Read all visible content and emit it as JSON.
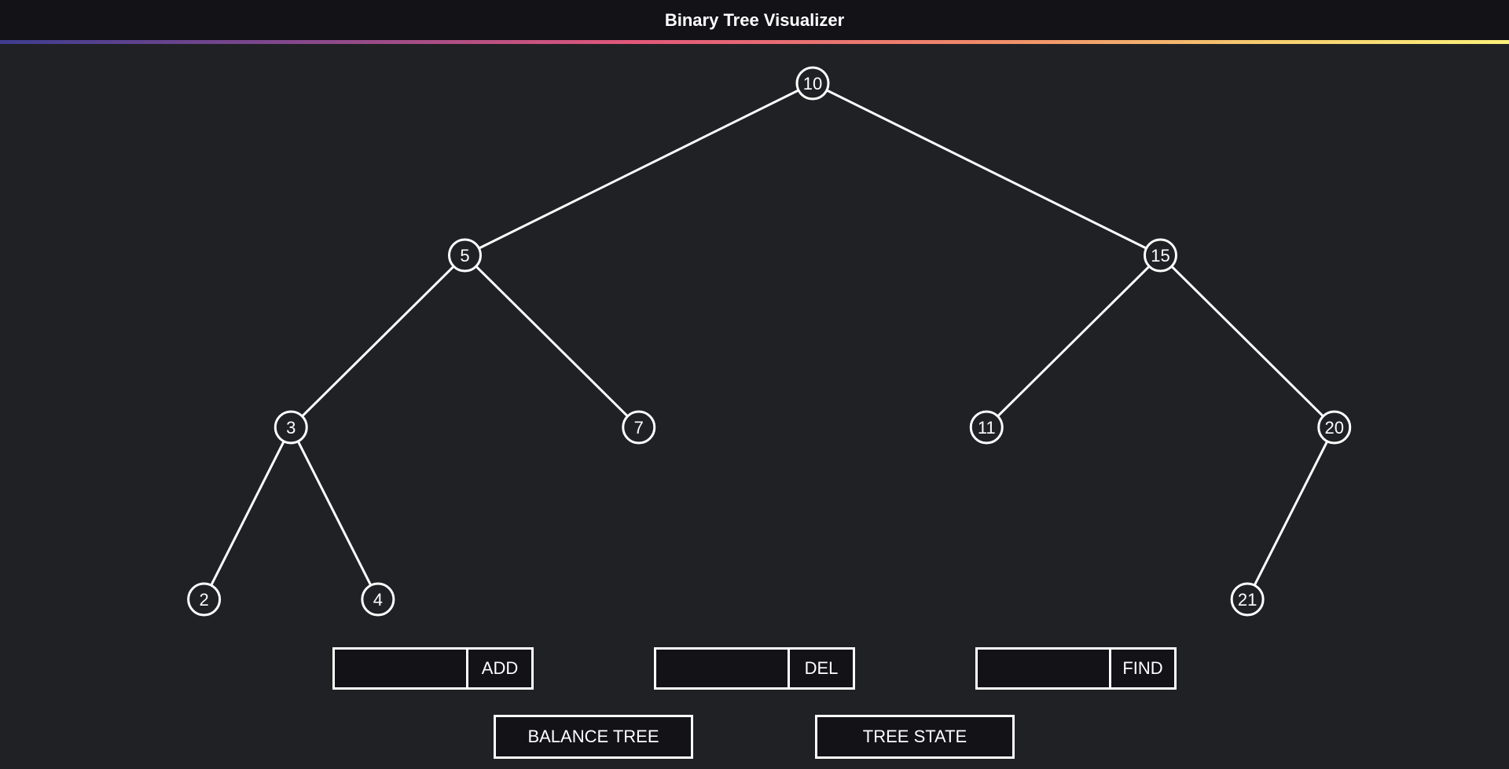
{
  "header": {
    "title": "Binary Tree Visualizer"
  },
  "tree": {
    "nodes": [
      {
        "id": "n10",
        "value": "10",
        "depth": 0,
        "slot": 0
      },
      {
        "id": "n5",
        "value": "5",
        "depth": 1,
        "slot": 0
      },
      {
        "id": "n15",
        "value": "15",
        "depth": 1,
        "slot": 1
      },
      {
        "id": "n3",
        "value": "3",
        "depth": 2,
        "slot": 0
      },
      {
        "id": "n7",
        "value": "7",
        "depth": 2,
        "slot": 1
      },
      {
        "id": "n11",
        "value": "11",
        "depth": 2,
        "slot": 2
      },
      {
        "id": "n20",
        "value": "20",
        "depth": 2,
        "slot": 3
      },
      {
        "id": "n2",
        "value": "2",
        "depth": 3,
        "slot": 0
      },
      {
        "id": "n4",
        "value": "4",
        "depth": 3,
        "slot": 1
      },
      {
        "id": "n21",
        "value": "21",
        "depth": 3,
        "slot": 6
      }
    ],
    "edges": [
      [
        "n10",
        "n5"
      ],
      [
        "n10",
        "n15"
      ],
      [
        "n5",
        "n3"
      ],
      [
        "n5",
        "n7"
      ],
      [
        "n15",
        "n11"
      ],
      [
        "n15",
        "n20"
      ],
      [
        "n3",
        "n2"
      ],
      [
        "n3",
        "n4"
      ],
      [
        "n20",
        "n21"
      ]
    ]
  },
  "controls": {
    "add": {
      "label": "ADD",
      "value": ""
    },
    "del": {
      "label": "DEL",
      "value": ""
    },
    "find": {
      "label": "FIND",
      "value": ""
    },
    "balance_label": "BALANCE TREE",
    "state_label": "TREE STATE"
  },
  "colors": {
    "background": "#202125",
    "panel": "#131217",
    "stroke": "#ffffff"
  }
}
